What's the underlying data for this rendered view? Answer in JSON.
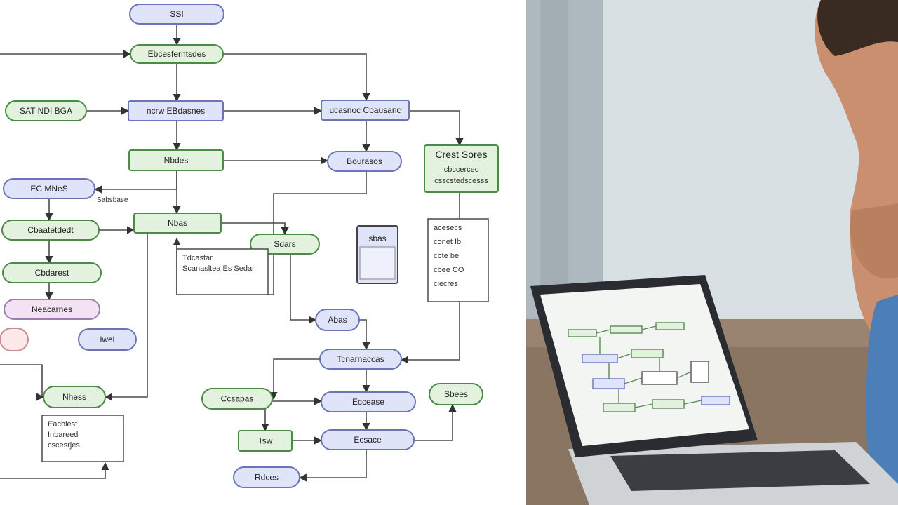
{
  "diagram": {
    "nodes": [
      {
        "id": "n-ssi",
        "label": "SSI",
        "shape": "pill",
        "fill": "#dfe4f9",
        "stroke": "#6c74b8"
      },
      {
        "id": "n-top",
        "label": "Ebcesferntsdes",
        "shape": "pill",
        "fill": "#e3f2df",
        "stroke": "#4c8a48"
      },
      {
        "id": "n-left1",
        "label": "SAT NDI BGA",
        "shape": "pill",
        "fill": "#e3f2df",
        "stroke": "#4c8a48"
      },
      {
        "id": "n-mid1",
        "label": "ncrw EBdasnes",
        "shape": "rect",
        "fill": "#dfe4f9",
        "stroke": "#6c74b8"
      },
      {
        "id": "n-right1",
        "label": "ucasnoc Cbausanc",
        "shape": "rect",
        "fill": "#dfe4f9",
        "stroke": "#6c74b8"
      },
      {
        "id": "n-mid2",
        "label": "Nbdes",
        "shape": "rect",
        "fill": "#e3f2df",
        "stroke": "#4c8a48"
      },
      {
        "id": "n-right2",
        "label": "Bourasos",
        "shape": "pill",
        "fill": "#dfe4f9",
        "stroke": "#6c74b8"
      },
      {
        "id": "n-far-right",
        "label": "Crest Sores",
        "shape": "rect",
        "fill": "#e3f2df",
        "stroke": "#4c8a48"
      },
      {
        "id": "n-left2",
        "label": "EC MNeS",
        "shape": "pill",
        "fill": "#dfe4f9",
        "stroke": "#6c74b8"
      },
      {
        "id": "n-nbas",
        "label": "Nbas",
        "shape": "rect",
        "fill": "#e3f2df",
        "stroke": "#4c8a48"
      },
      {
        "id": "n-left3",
        "label": "Cbaatetdedt",
        "shape": "pill",
        "fill": "#e3f2df",
        "stroke": "#4c8a48"
      },
      {
        "id": "n-sdars",
        "label": "Sdars",
        "shape": "pill",
        "fill": "#e3f2df",
        "stroke": "#4c8a48"
      },
      {
        "id": "n-left4",
        "label": "Cbdarest",
        "shape": "pill",
        "fill": "#e3f2df",
        "stroke": "#4c8a48"
      },
      {
        "id": "n-left5",
        "label": "Neacarnes",
        "shape": "pill",
        "fill": "#f3e2f3",
        "stroke": "#9c7db8"
      },
      {
        "id": "n-left6",
        "label": "",
        "shape": "pill",
        "fill": "#fbe9ea",
        "stroke": "#c98b8f"
      },
      {
        "id": "n-lwel",
        "label": "lwel",
        "shape": "pill",
        "fill": "#dfe4f9",
        "stroke": "#6c74b8"
      },
      {
        "id": "n-abas",
        "label": "Abas",
        "shape": "pill",
        "fill": "#dfe4f9",
        "stroke": "#6c74b8"
      },
      {
        "id": "n-mid-bottom",
        "label": "Tcnarnaccas",
        "shape": "pill",
        "fill": "#dfe4f9",
        "stroke": "#6c74b8"
      },
      {
        "id": "n-nhes",
        "label": "Nhess",
        "shape": "pill",
        "fill": "#e3f2df",
        "stroke": "#4c8a48"
      },
      {
        "id": "n-ccapas",
        "label": "Ccsapas",
        "shape": "pill",
        "fill": "#e3f2df",
        "stroke": "#4c8a48"
      },
      {
        "id": "n-ecease",
        "label": "Eccease",
        "shape": "pill",
        "fill": "#dfe4f9",
        "stroke": "#6c74b8"
      },
      {
        "id": "n-sbees",
        "label": "Sbees",
        "shape": "pill",
        "fill": "#e3f2df",
        "stroke": "#4c8a48"
      },
      {
        "id": "n-tsw",
        "label": "Tsw",
        "shape": "rect",
        "fill": "#e3f2df",
        "stroke": "#4c8a48"
      },
      {
        "id": "n-ecsace",
        "label": "Ecsace",
        "shape": "pill",
        "fill": "#dfe4f9",
        "stroke": "#6c74b8"
      },
      {
        "id": "n-rdces",
        "label": "Rdces",
        "shape": "pill",
        "fill": "#dfe4f9",
        "stroke": "#6c74b8"
      },
      {
        "id": "n-small-box",
        "label": "sbas",
        "shape": "rect",
        "fill": "#dfe4f9",
        "stroke": "#444444"
      }
    ],
    "far_right_sublabels": [
      "cbccercec",
      "csscstedscesss"
    ],
    "notes": [
      {
        "id": "note-mid",
        "lines": [
          "Tdcastar",
          "Scanasltea Es Sedar"
        ]
      },
      {
        "id": "note-right",
        "lines": [
          "acesecs",
          "conet Ib",
          "cbte be",
          "cbee CO",
          "clecres"
        ]
      },
      {
        "id": "note-bottom-left",
        "lines": [
          "Eacbiest",
          "Inbareed",
          "cscesrjes"
        ]
      },
      {
        "id": "note-under-left2",
        "lines": [
          "Sabsbase"
        ]
      }
    ]
  },
  "photo": {
    "description_hidden": true,
    "laptop_screen_fill": "#f3f5f2"
  }
}
